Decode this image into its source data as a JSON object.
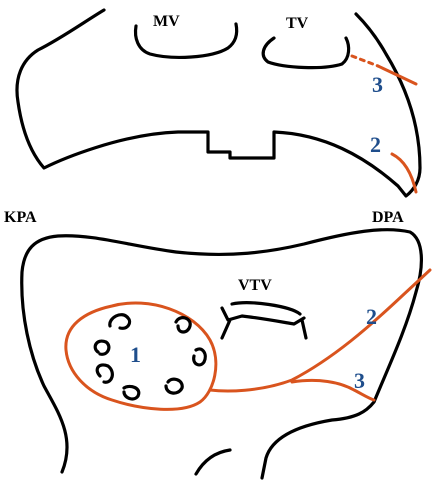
{
  "labels": {
    "mv": "MV",
    "tv": "TV",
    "kpa": "KPA",
    "dpa": "DPA",
    "vtv": "VTV"
  },
  "numbers": {
    "upper_3": "3",
    "upper_2": "2",
    "lower_2": "2",
    "lower_1": "1",
    "lower_3": "3"
  },
  "colors": {
    "outline": "#000000",
    "annotation": "#d9541e",
    "number": "#1f4e8c",
    "label": "#000000"
  }
}
